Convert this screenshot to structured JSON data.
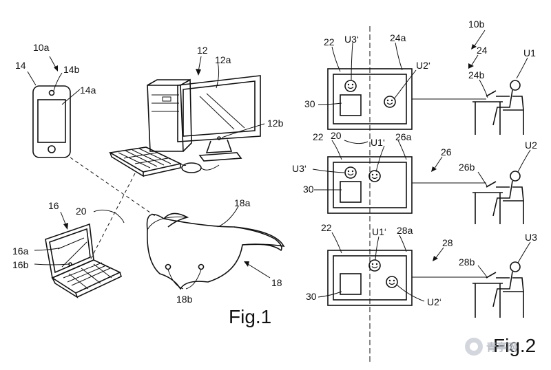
{
  "figures": {
    "fig1_caption": "Fig.1",
    "fig2_caption": "Fig.2"
  },
  "fig1_labels": {
    "system": "10a",
    "smartphone": "14",
    "smartphone_camera": "14b",
    "smartphone_display": "14a",
    "computer": "12",
    "computer_display": "12a",
    "computer_camera": "12b",
    "laptop": "16",
    "laptop_display": "16a",
    "laptop_camera": "16b",
    "connection": "20",
    "vr_headset": "18",
    "vr_headset_body": "18a",
    "vr_headset_cameras": "18b"
  },
  "fig2_labels": {
    "system": "10b",
    "unit_group": "24",
    "unit_24_sub": "24b",
    "connection": "20",
    "room_a_top": "22",
    "room_a_ref": "24a",
    "room_a_avatar_u3": "U3‘",
    "room_a_avatar_u2": "U2‘",
    "room_a_screen": "30",
    "room_b_top": "22",
    "room_b_ref": "26a",
    "room_b_avatar_u1": "U1‘",
    "room_b_avatar_u3": "U3‘",
    "room_b_screen": "30",
    "room_b_group": "26",
    "room_b_sub": "26b",
    "room_c_top": "22",
    "room_c_ref": "28a",
    "room_c_avatar_u1": "U1‘",
    "room_c_avatar_u2": "U2‘",
    "room_c_screen": "30",
    "room_c_group": "28",
    "room_c_sub": "28b",
    "user1": "U1",
    "user2": "U2",
    "user3": "U3"
  },
  "watermark": "青亭网"
}
